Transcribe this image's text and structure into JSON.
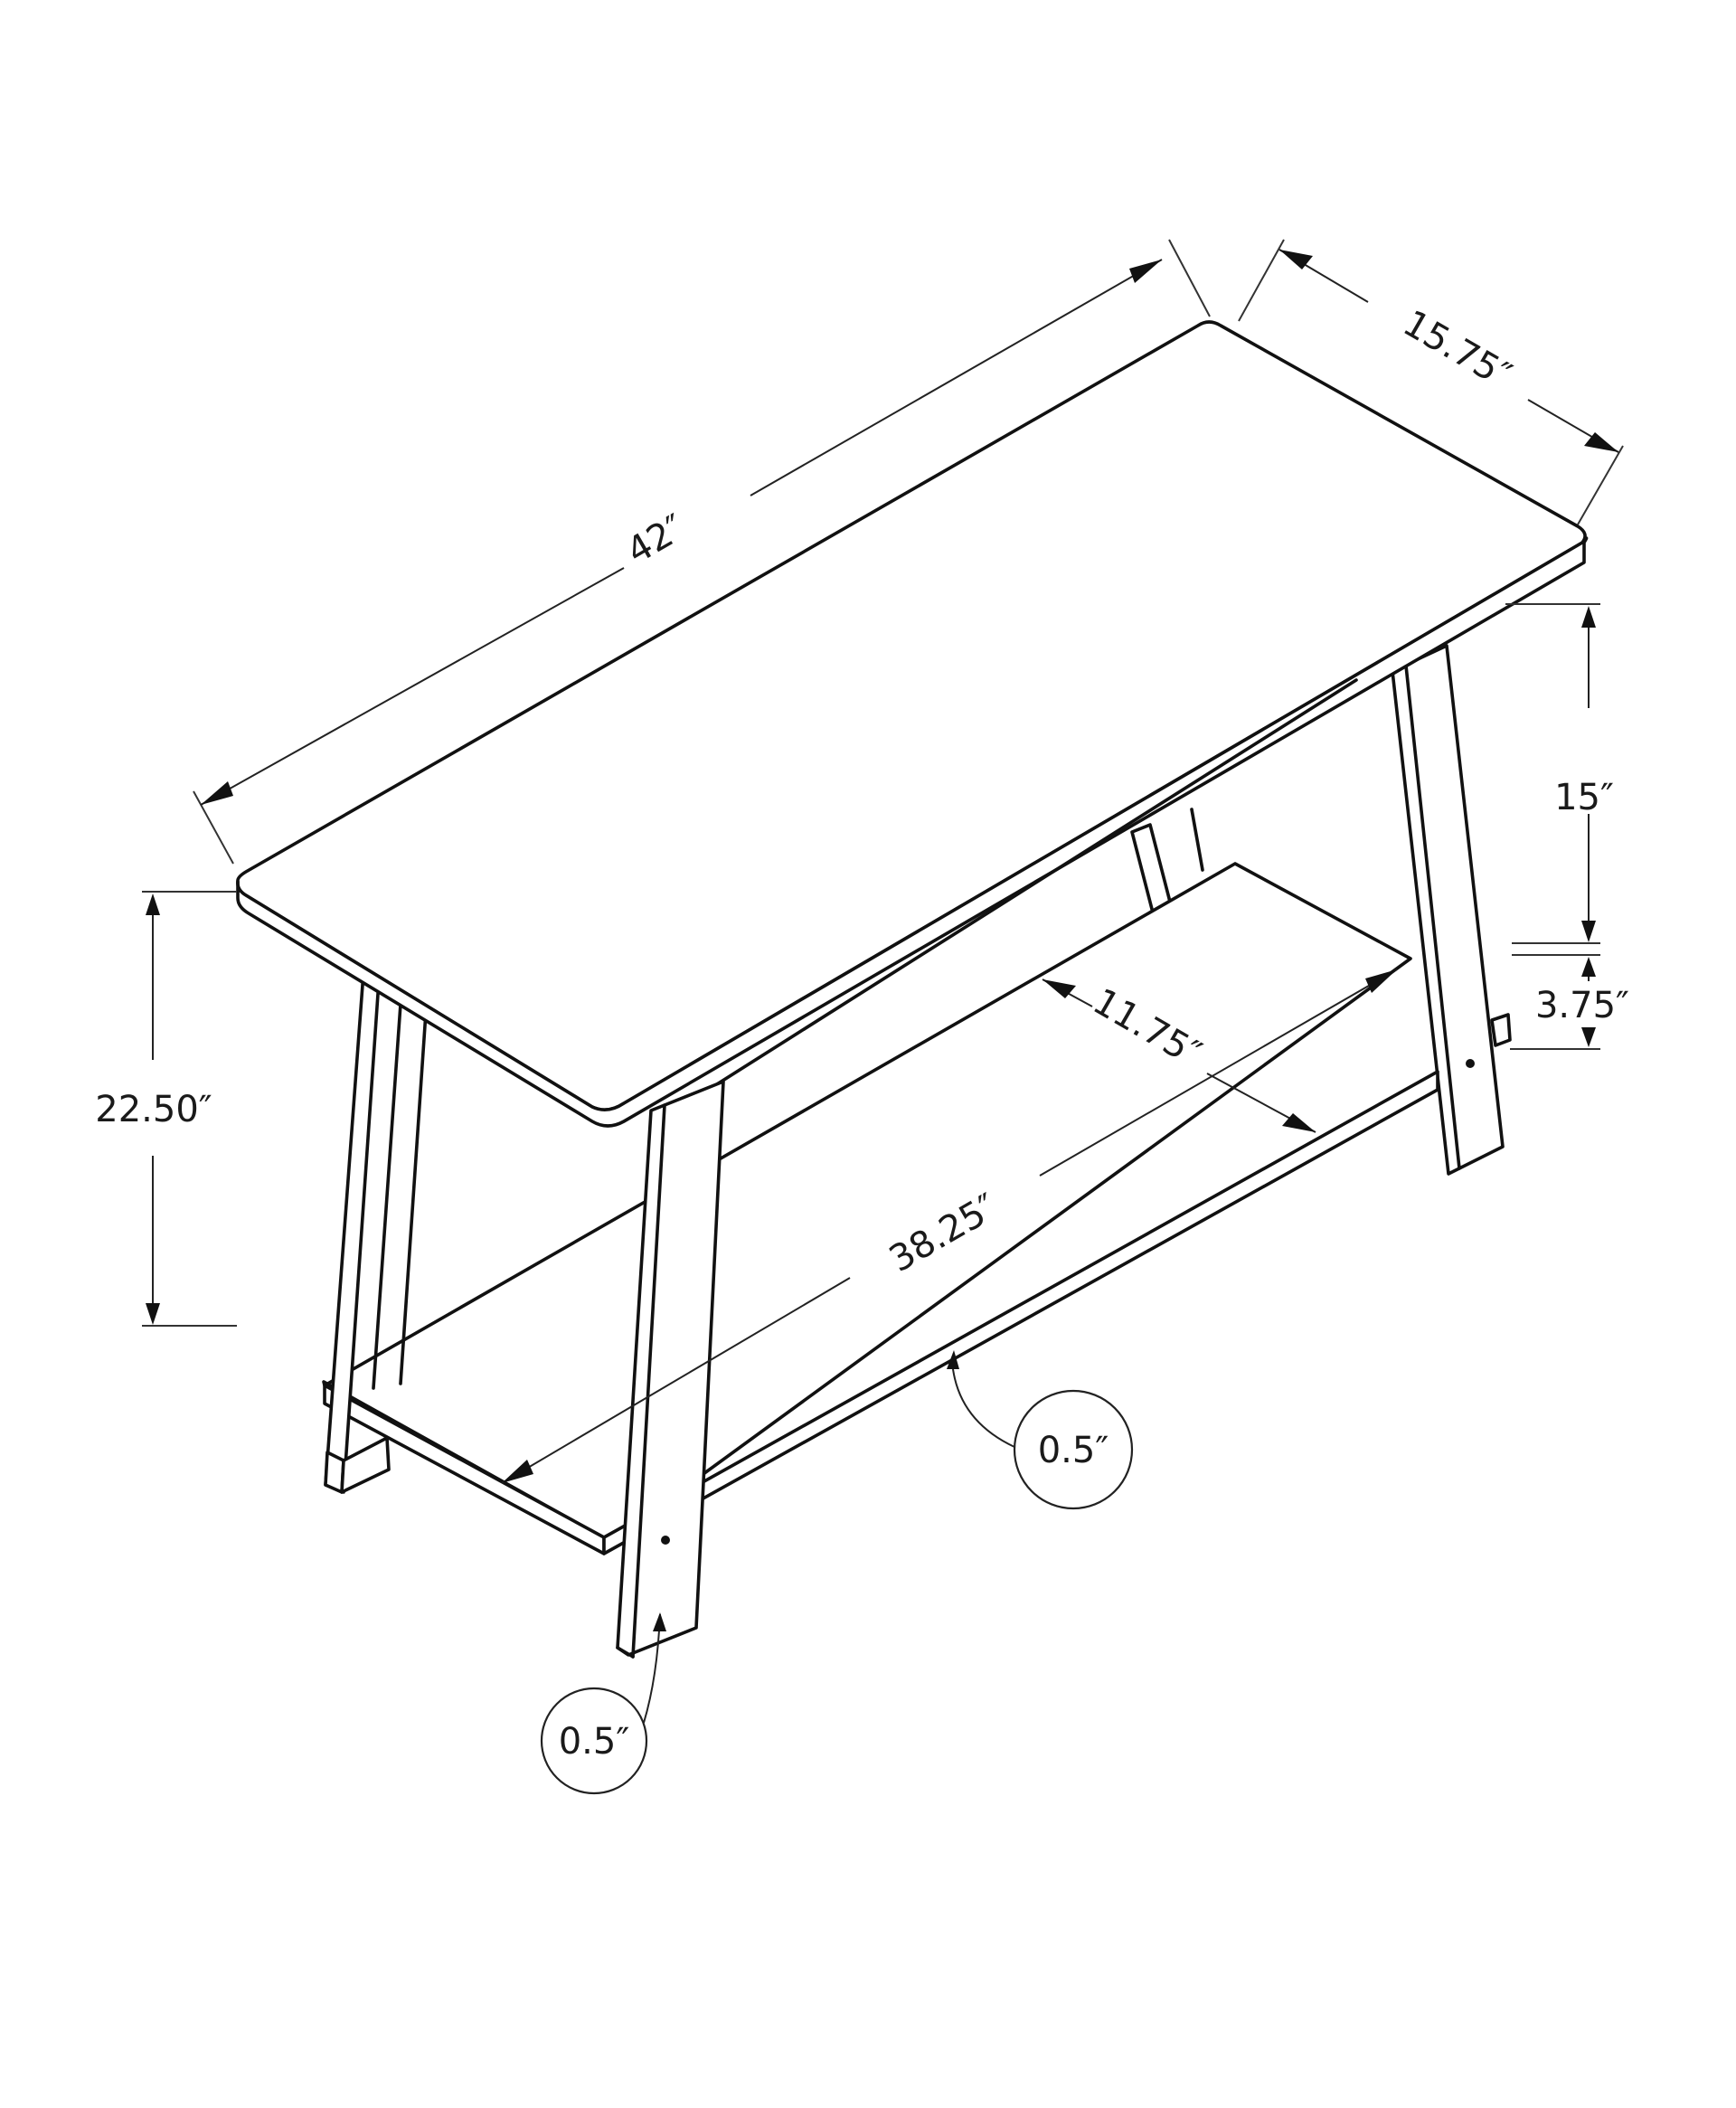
{
  "diagram": {
    "subject": "Console / sofa table with lower shelf — dimensioned line drawing",
    "line_color": "#111111",
    "background": "#ffffff",
    "dimensions": {
      "length": "42″",
      "depth": "15.75″",
      "height": "22.50″",
      "clearance_top_to_shelf": "15″",
      "shelf_height_from_floor": "3.75″",
      "shelf_depth": "11.75″",
      "shelf_length": "38.25″",
      "shelf_thickness": "0.5″",
      "leg_thickness": "0.5″"
    }
  }
}
